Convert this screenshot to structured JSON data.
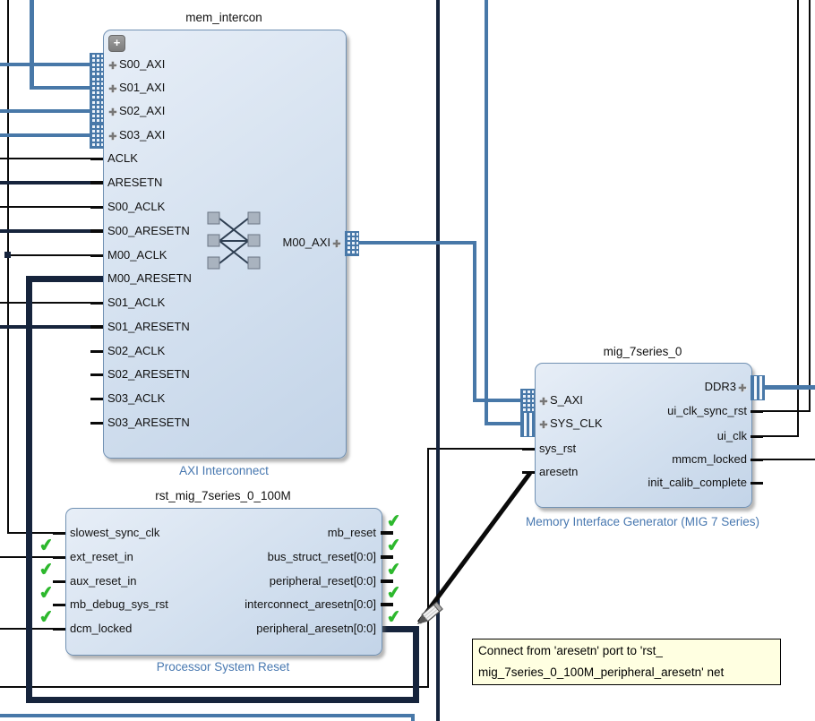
{
  "blocks": {
    "mem_intercon": {
      "title": "mem_intercon",
      "type_label": "AXI Interconnect",
      "interface_inputs": [
        "S00_AXI",
        "S01_AXI",
        "S02_AXI",
        "S03_AXI"
      ],
      "pin_inputs": [
        "ACLK",
        "ARESETN",
        "S00_ACLK",
        "S00_ARESETN",
        "M00_ACLK",
        "M00_ARESETN",
        "S01_ACLK",
        "S01_ARESETN",
        "S02_ACLK",
        "S02_ARESETN",
        "S03_ACLK",
        "S03_ARESETN"
      ],
      "interface_outputs": [
        "M00_AXI"
      ]
    },
    "mig_7series_0": {
      "title": "mig_7series_0",
      "type_label": "Memory Interface Generator (MIG 7 Series)",
      "interface_inputs": [
        "S_AXI",
        "SYS_CLK"
      ],
      "pin_inputs": [
        "sys_rst",
        "aresetn"
      ],
      "interface_outputs": [
        "DDR3"
      ],
      "pin_outputs": [
        "ui_clk_sync_rst",
        "ui_clk",
        "mmcm_locked",
        "init_calib_complete"
      ]
    },
    "rst_mig_7series_0_100M": {
      "title": "rst_mig_7series_0_100M",
      "type_label": "Processor System Reset",
      "pin_inputs": [
        "slowest_sync_clk",
        "ext_reset_in",
        "aux_reset_in",
        "mb_debug_sys_rst",
        "dcm_locked"
      ],
      "pin_outputs": [
        "mb_reset",
        "bus_struct_reset[0:0]",
        "peripheral_reset[0:0]",
        "interconnect_aresetn[0:0]",
        "peripheral_aresetn[0:0]"
      ]
    }
  },
  "tooltip": {
    "line1": "Connect from 'aresetn' port to 'rst_",
    "line2": "mig_7series_0_100M_peripheral_aresetn' net"
  },
  "icons": {
    "expand": "+",
    "port_plus": "✚",
    "check": "✔"
  },
  "colors": {
    "axi_wire": "#4878a8",
    "reset_wire": "#16243c",
    "thin_wire": "#0a0a0a",
    "block_label": "#4878b0",
    "tooltip_bg": "#ffffe1",
    "check_green": "#2db82d"
  }
}
